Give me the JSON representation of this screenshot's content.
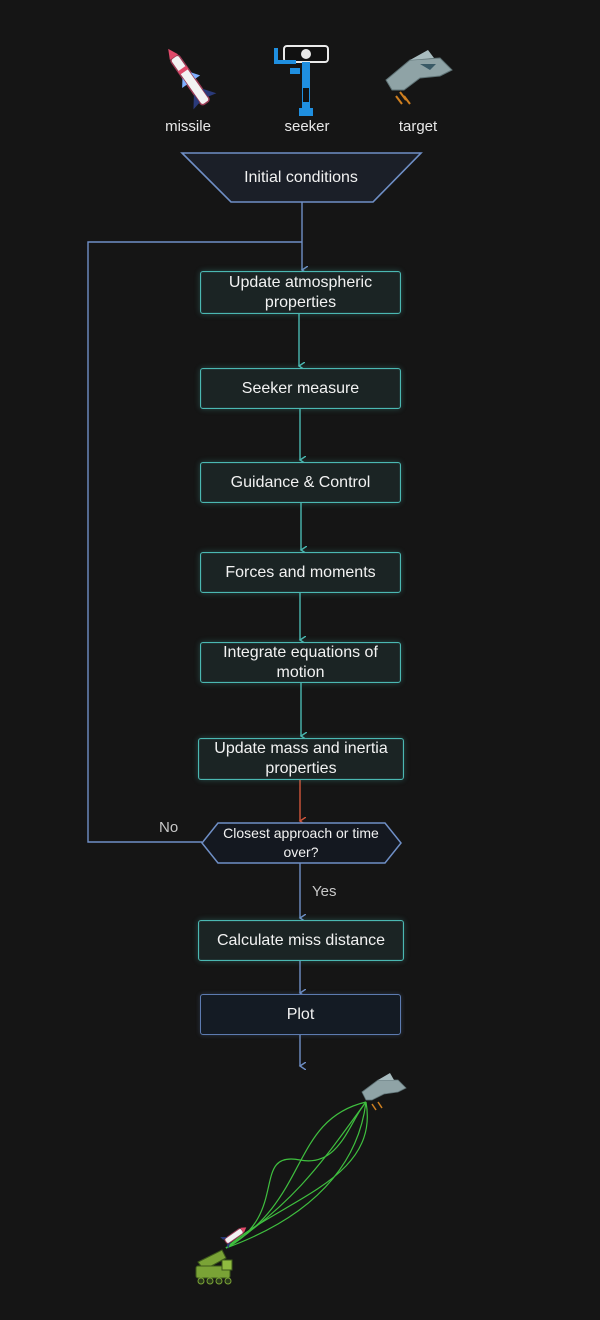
{
  "icons": {
    "missile_label": "missile",
    "seeker_label": "seeker",
    "target_label": "target"
  },
  "start": {
    "label": "Initial conditions"
  },
  "steps": [
    {
      "label": "Update atmospheric properties"
    },
    {
      "label": "Seeker measure"
    },
    {
      "label": "Guidance & Control"
    },
    {
      "label": "Forces and moments"
    },
    {
      "label": "Integrate equations of motion"
    },
    {
      "label": "Update mass and inertia properties"
    }
  ],
  "decision": {
    "label": "Closest approach or time over?",
    "no_label": "No",
    "yes_label": "Yes"
  },
  "miss": {
    "label": "Calculate miss distance"
  },
  "plot": {
    "label": "Plot"
  },
  "colors": {
    "background": "#151515",
    "box_border": "#4bb8b2",
    "connector": "#5d7bb0",
    "last_arrow": "#d0553b",
    "trajectory": "#3fbf3f"
  }
}
